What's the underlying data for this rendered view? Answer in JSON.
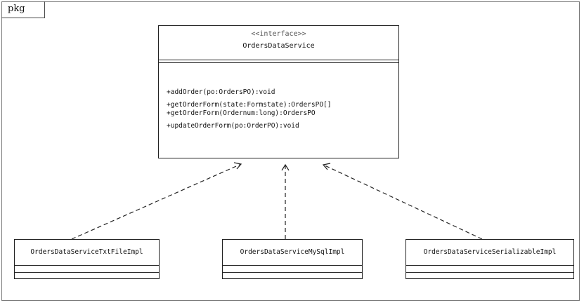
{
  "package": {
    "label": "pkg"
  },
  "interface": {
    "stereotype": "<<interface>>",
    "name": "OrdersDataService",
    "operations": [
      "+addOrder(po:OrdersPO):void",
      "+getOrderForm(state:Formstate):OrdersPO[]",
      "+getOrderForm(Ordernum:long):OrdersPO",
      "+updateOrderForm(po:OrderPO):void"
    ]
  },
  "implementations": [
    {
      "name": "OrdersDataServiceTxtFileImpl"
    },
    {
      "name": "OrdersDataServiceMySqlImpl"
    },
    {
      "name": "OrdersDataServiceSerializableImpl"
    }
  ]
}
